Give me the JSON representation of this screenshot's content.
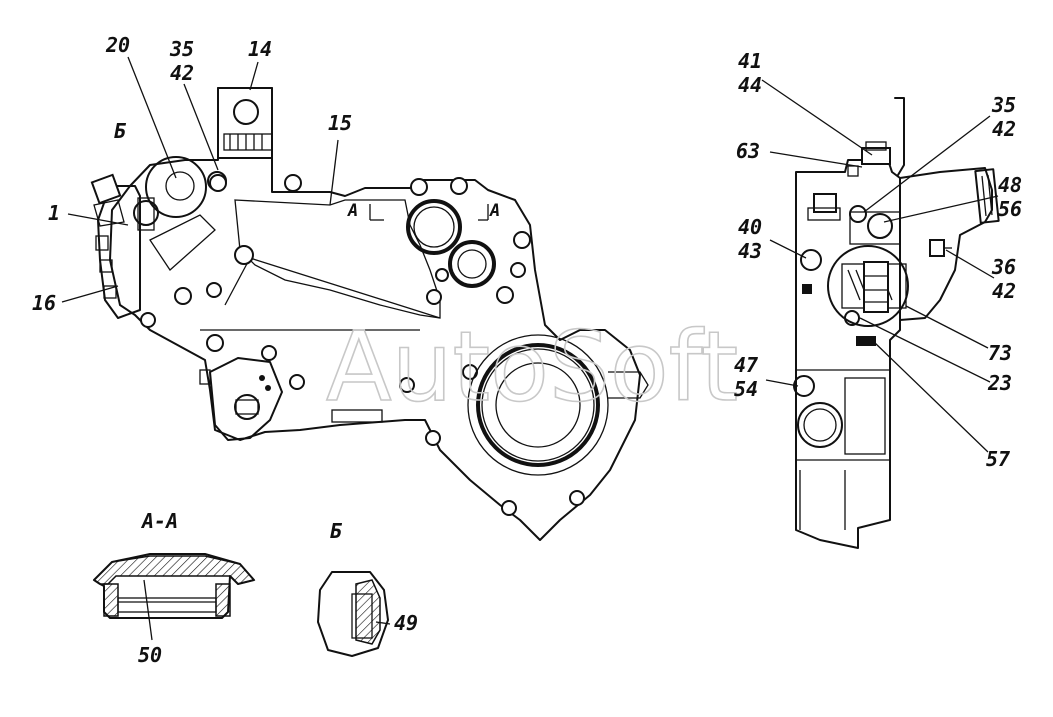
{
  "watermark": "AutoSoft",
  "section_labels": {
    "section_aa": "A-A",
    "view_b": "Б",
    "marker_b_main": "Б",
    "marker_a_left": "A",
    "marker_a_right": "A"
  },
  "callouts": {
    "c20": "20",
    "c35a": "35",
    "c42a": "42",
    "c14": "14",
    "c15": "15",
    "c1": "1",
    "c16": "16",
    "c41": "41",
    "c44": "44",
    "c63": "63",
    "c35b": "35",
    "c42b": "42",
    "c48": "48",
    "c56": "56",
    "c40": "40",
    "c43": "43",
    "c36": "36",
    "c42c": "42",
    "c73": "73",
    "c23": "23",
    "c47": "47",
    "c54": "54",
    "c57": "57",
    "c50": "50",
    "c49": "49"
  }
}
